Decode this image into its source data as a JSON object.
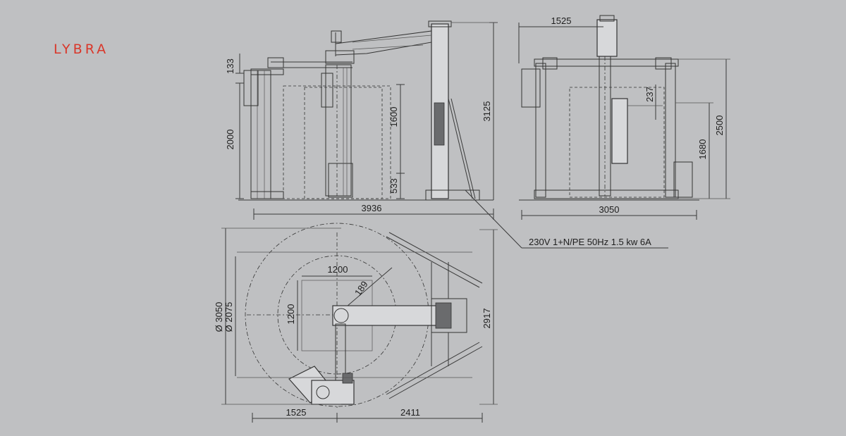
{
  "logo": {
    "text": "LYBRA",
    "color": "#d9372a"
  },
  "side_view": {
    "dimensions": {
      "top_height": "133",
      "left_height": "2000",
      "mast_height": "1600",
      "base_height": "533",
      "total_height": "3125",
      "total_width": "3936"
    }
  },
  "front_view": {
    "dimensions": {
      "top_width": "1525",
      "offset": "237",
      "carriage_height": "1680",
      "frame_height": "2500",
      "base_width": "3050"
    }
  },
  "top_view": {
    "dimensions": {
      "outer_diameter": "Ø 3050",
      "inner_diameter": "Ø 2075",
      "square_width": "1200",
      "square_height": "1200",
      "radius": "189",
      "depth": "2917",
      "left_width": "1525",
      "right_width": "2411"
    }
  },
  "electrical": {
    "spec": "230V 1+N/PE 50Hz 1.5 kw 6A"
  }
}
